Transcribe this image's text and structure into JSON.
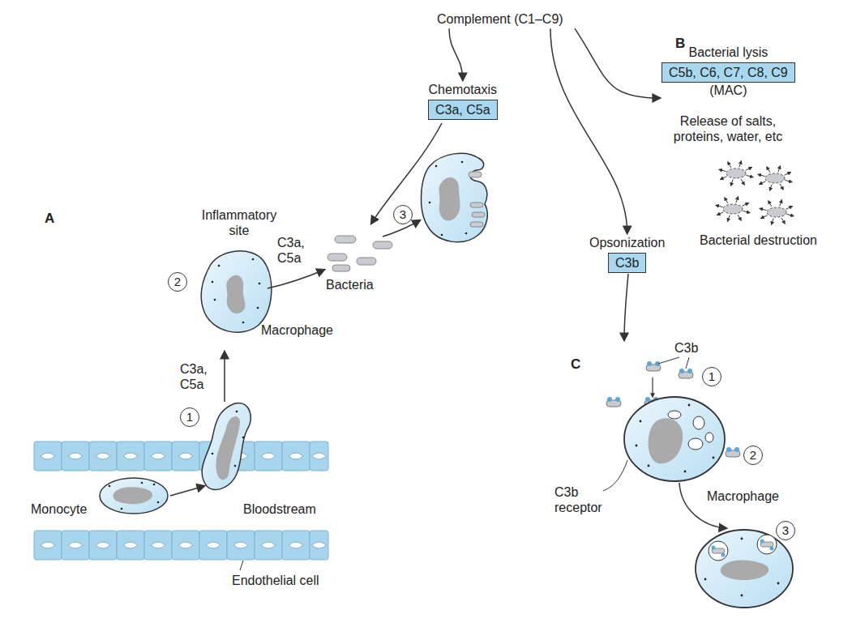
{
  "diagram": {
    "nodes": [
      {
        "text": [
          "Complement (C1–C9)"
        ]
      },
      {
        "text": [
          "Chemotaxis",
          "C3a, C5a"
        ]
      },
      {
        "text": [
          "Bacterial lysis",
          "C5b, C6, C7, C8, C9",
          "(MAC)"
        ]
      },
      {
        "text": [
          "Opsonization",
          "C3b"
        ]
      }
    ],
    "edges": [
      {
        "from": 0,
        "to": 1,
        "arrow": "to"
      },
      {
        "from": 0,
        "to": 2,
        "arrow": "to"
      },
      {
        "from": 0,
        "to": 3,
        "arrow": "to"
      }
    ],
    "labels": [
      "A",
      "Inflammatory site",
      "2",
      "C3a, C5a",
      "Bacteria",
      "3",
      "Macrophage",
      "C3a, C5a",
      "1",
      "Monocyte",
      "Bloodstream",
      "Endothelial cell",
      "B",
      "Release of salts, proteins, water, etc",
      "Bacterial destruction",
      "C",
      "C3b",
      "1",
      "2",
      "C3b receptor",
      "Macrophage",
      "3"
    ]
  }
}
